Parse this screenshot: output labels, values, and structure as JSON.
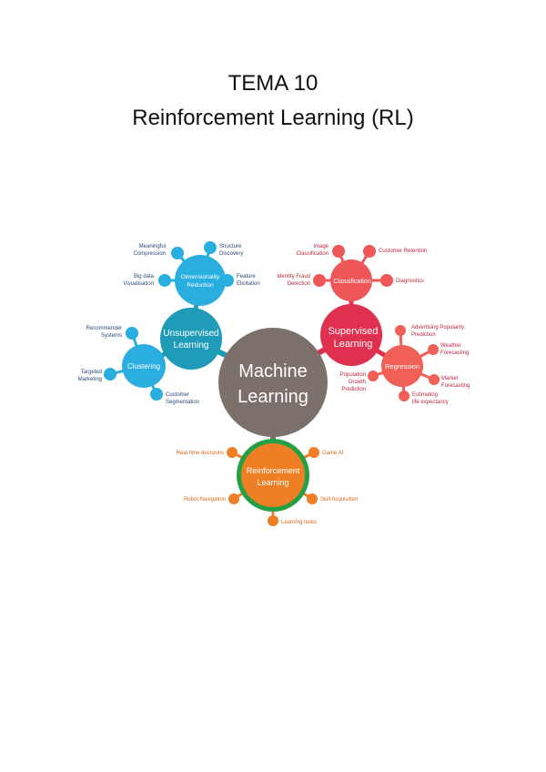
{
  "title": {
    "line1": "TEMA 10",
    "line2": "Reinforcement Learning (RL)"
  },
  "mindmap": {
    "center": {
      "line1": "Machine",
      "line2": "Learning"
    },
    "unsupervised": {
      "line1": "Unsupervised",
      "line2": "Learning",
      "dimensionality": {
        "line1": "Dimensionality",
        "line2": "Reduction",
        "leaves": {
          "meaningful": [
            "Meaningful",
            "Compression"
          ],
          "structure": [
            "Structure",
            "Discovery"
          ],
          "bigdata": [
            "Big data",
            "Visualisation"
          ],
          "feature": [
            "Feature",
            "Elicitation"
          ]
        }
      },
      "clustering": {
        "label": "Clustering",
        "leaves": {
          "recommender": [
            "Recommender",
            "Systems"
          ],
          "targeted": [
            "Targeted",
            "Marketing"
          ],
          "customer": [
            "Customer",
            "Segmentation"
          ]
        }
      }
    },
    "supervised": {
      "line1": "Supervised",
      "line2": "Learning",
      "classification": {
        "label": "Classification",
        "leaves": {
          "image": [
            "Image",
            "Classification"
          ],
          "retention": [
            "Customer Retention"
          ],
          "fraud": [
            "Identity Fraud",
            "Detection"
          ],
          "diagnostics": [
            "Diagnostics"
          ]
        }
      },
      "regression": {
        "label": "Regression",
        "leaves": {
          "advertising": [
            "Advertising Popularity",
            "Prediction"
          ],
          "weather": [
            "Weather",
            "Forecasting"
          ],
          "population": [
            "Population",
            "Growth",
            "Prediction"
          ],
          "market": [
            "Market",
            "Forecasting"
          ],
          "life": [
            "Estimating",
            "life expectancy"
          ]
        }
      }
    },
    "reinforcement": {
      "line1": "Reinforcement",
      "line2": "Learning",
      "leaves": {
        "realtime": [
          "Real-time decisions"
        ],
        "gameai": [
          "Game AI"
        ],
        "robot": [
          "Robot Navigation"
        ],
        "skill": [
          "Skill Acquisition"
        ],
        "tasks": [
          "Learning tasks"
        ]
      }
    }
  },
  "colors": {
    "center": "#7c716a",
    "unsupervised": "#1f9bb7",
    "cyan_light": "#2aaee0",
    "supervised": "#e0304f",
    "classification": "#ee5658",
    "regression": "#f06056",
    "reinforcement": "#ef7f24",
    "reinforcement_ring": "#23a045",
    "label_blue": "#2b4a74",
    "label_red": "#b8283f",
    "label_orange": "#d4691a"
  }
}
